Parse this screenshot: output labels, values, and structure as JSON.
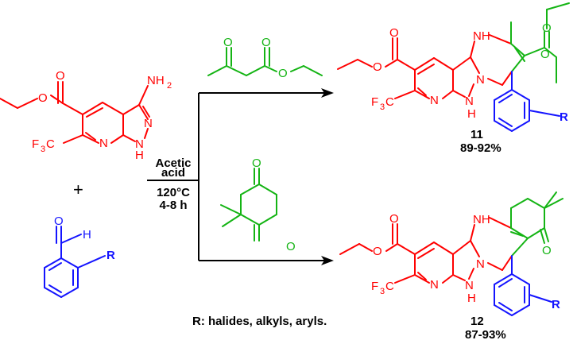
{
  "colors": {
    "red": "#ff0000",
    "blue": "#1414ff",
    "green": "#14b414",
    "black": "#000000"
  },
  "reactant_pyrazolopyridine": {
    "nh2": "NH",
    "nh2_sub": "2",
    "n_pyrazole": "N",
    "nh_pyrazole": "N",
    "h_pyrazole": "H",
    "n_pyridine": "N",
    "cf3_a": "F",
    "cf3_sub": "3",
    "cf3_b": "C",
    "o_carbonyl": "O",
    "o_ester": "O"
  },
  "plus_sign": "+",
  "reactant_aldehyde": {
    "o": "O",
    "h": "H",
    "r": "R"
  },
  "conditions": {
    "line1": "Acetic",
    "line2": "acid",
    "line3": "120°C",
    "line4": "4-8 h"
  },
  "reagent_top": {
    "o_ketone": "O",
    "o_carbonyl": "O",
    "o_ester": "O"
  },
  "reagent_bottom": {
    "o_top": "O",
    "o_bottom": "O"
  },
  "product_11": {
    "number": "11",
    "yield": "89-92%",
    "nh_top": "NH",
    "n_center": "N",
    "n_bottom": "N",
    "h_bottom": "H",
    "n_pyridine": "N",
    "cf3_a": "F",
    "cf3_sub": "3",
    "cf3_b": "C",
    "o_left_carbonyl": "O",
    "o_left_ester": "O",
    "o_right_carbonyl": "O",
    "o_right_ester": "O",
    "r": "R"
  },
  "product_12": {
    "number": "12",
    "yield": "87-93%",
    "nh_top": "NH",
    "n_center": "N",
    "n_bottom": "N",
    "h_bottom": "H",
    "n_pyridine": "N",
    "cf3_a": "F",
    "cf3_sub": "3",
    "cf3_b": "C",
    "o_carbonyl": "O",
    "o_ester": "O",
    "o_ketone": "O",
    "r": "R"
  },
  "r_definition": "R: halides, alkyls, aryls."
}
